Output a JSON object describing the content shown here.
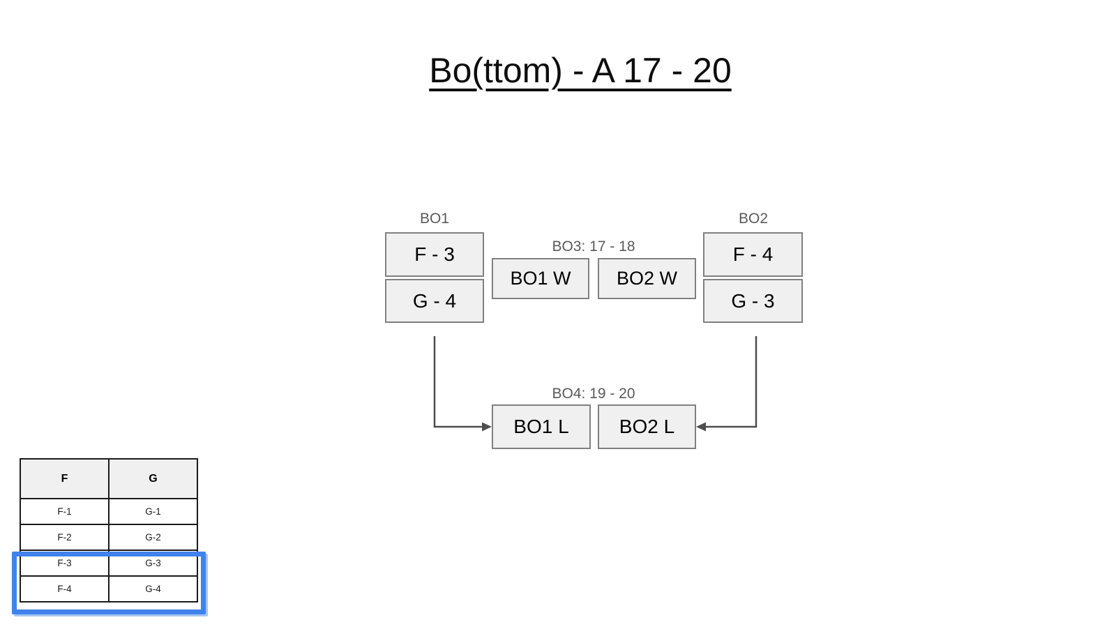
{
  "title": "Bo(ttom) - A 17 - 20",
  "colors": {
    "background": "#ffffff",
    "box_fill": "#f0f0f0",
    "box_border": "#808080",
    "label_gray": "#595959",
    "arrow": "#4d4d4d",
    "table_line": "#1a1a1a",
    "selection_blue": "#4182eb",
    "selection_blue_light": "#a5c4f4"
  },
  "diagram": {
    "groups": [
      {
        "id": "bo1",
        "label": "BO1",
        "boxes": [
          "F - 3",
          "G - 4"
        ]
      },
      {
        "id": "bo2",
        "label": "BO2",
        "boxes": [
          "F - 4",
          "G - 3"
        ]
      },
      {
        "id": "bo3",
        "label": "BO3: 17 - 18",
        "boxes": [
          "BO1 W",
          "BO2 W"
        ]
      },
      {
        "id": "bo4",
        "label": "BO4: 19 - 20",
        "boxes": [
          "BO1 L",
          "BO2 L"
        ]
      }
    ],
    "connectors": [
      {
        "from": "G - 4 (BO1 group)",
        "to": "BO1 L",
        "direction": "down-then-right"
      },
      {
        "from": "G - 3 (BO2 group)",
        "to": "BO2 L",
        "direction": "down-then-left"
      }
    ]
  },
  "table": {
    "headers": [
      "F",
      "G"
    ],
    "rows": [
      [
        "F-1",
        "G-1"
      ],
      [
        "F-2",
        "G-2"
      ],
      [
        "F-3",
        "G-3"
      ],
      [
        "F-4",
        "G-4"
      ]
    ],
    "selection": {
      "covered_rows": [
        "F-3 / G-3",
        "F-4 / G-4"
      ]
    }
  }
}
